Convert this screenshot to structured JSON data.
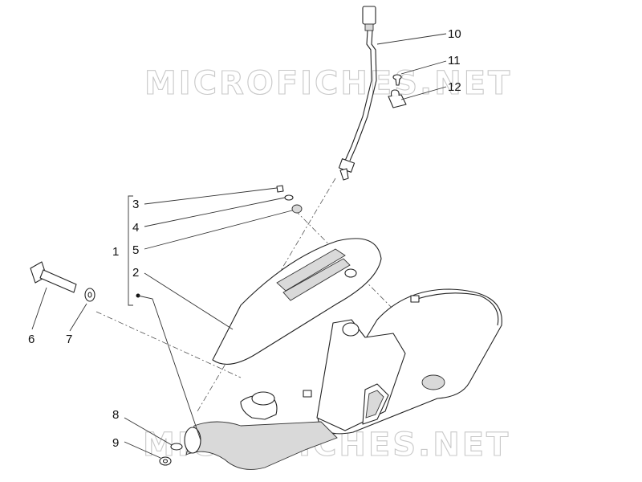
{
  "watermark": {
    "text": "MICROFICHES.NET"
  },
  "callouts": [
    "1",
    "2",
    "3",
    "4",
    "5",
    "6",
    "7",
    "8",
    "9",
    "10",
    "11",
    "12"
  ],
  "colors": {
    "line": "#222222",
    "watermark": "#c8c8c8",
    "shade": "#d9d9d9"
  }
}
